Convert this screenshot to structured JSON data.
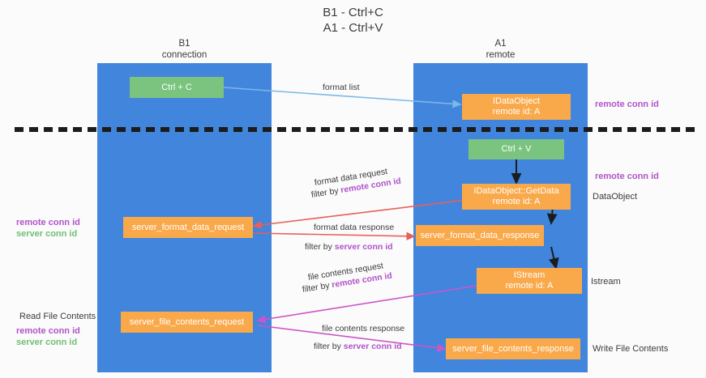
{
  "title": "B1 - Ctrl+C\nA1 - Ctrl+V",
  "columns": [
    {
      "name": "B1",
      "role": "connection",
      "header": "B1\nconnection"
    },
    {
      "name": "A1",
      "role": "remote",
      "header": "A1\nremote"
    }
  ],
  "colors": {
    "lane": "#4285dd",
    "green_node": "#7ac47f",
    "orange_node": "#f9a94a",
    "purple_text": "#b053c9",
    "green_text": "#70bf73",
    "red_arrow": "#e8605a",
    "magenta_arrow": "#cc55c8",
    "blue_arrow": "#7ab8e8",
    "black_arrow": "#1c1c1c",
    "divider": "#1c1c1c"
  },
  "nodes": {
    "ctrl_c": {
      "line1": "Ctrl + C",
      "line2": "",
      "color": "green"
    },
    "idataobject": {
      "line1": "IDataObject",
      "line2": "remote id: A",
      "color": "orange"
    },
    "ctrl_v": {
      "line1": "Ctrl + V",
      "line2": "",
      "color": "green"
    },
    "getdata": {
      "line1": "IDataObject::GetData",
      "line2": "remote id: A",
      "color": "orange"
    },
    "format_request": {
      "line1": "server_format_data_request",
      "line2": "",
      "color": "orange"
    },
    "format_response": {
      "line1": "server_format_data_response",
      "line2": "",
      "color": "orange"
    },
    "istream": {
      "line1": "IStream",
      "line2": "remote id: A",
      "color": "orange"
    },
    "file_request": {
      "line1": "server_file_contents_request",
      "line2": "",
      "color": "orange"
    },
    "file_response": {
      "line1": "server_file_contents_response",
      "line2": "",
      "color": "orange"
    }
  },
  "annotations": {
    "format_list": "format list",
    "format_data_request": "format data request",
    "format_data_request_filter_prefix": "filter by ",
    "format_data_request_filter_key": "remote conn id",
    "format_data_response": "format data response",
    "format_data_response_filter_prefix": "filter by ",
    "format_data_response_filter_key": "server conn id",
    "file_contents_request": "file contents request",
    "file_contents_request_filter_prefix": "filter by ",
    "file_contents_request_filter_key": "remote conn id",
    "file_contents_response": "file contents response",
    "file_contents_response_filter_prefix": "filter by ",
    "file_contents_response_filter_key": "server conn id"
  },
  "left_labels": {
    "conn_ids_top": {
      "remote": "remote conn id",
      "server": "server conn id"
    },
    "read_file_contents": "Read File Contents",
    "conn_ids_bottom": {
      "remote": "remote conn id",
      "server": "server conn id"
    }
  },
  "right_labels": {
    "remote_conn_id_top": "remote conn id",
    "remote_conn_id_mid": "remote conn id",
    "dataobject": "DataObject",
    "istream": "Istream",
    "write_file_contents": "Write File Contents"
  }
}
